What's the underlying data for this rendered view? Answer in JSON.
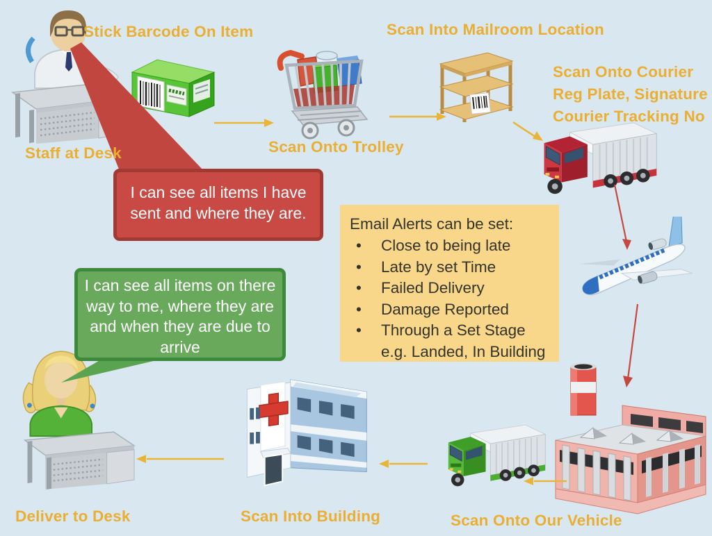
{
  "colors": {
    "background": "#d9e8f0",
    "label-gold": "#e9ae32",
    "arrow-gold": "#e9b538",
    "arrow-red": "#c5473f",
    "sender-bubble-fill": "#c94a44",
    "sender-bubble-border": "#a23a34",
    "sender-tail": "#c1463f",
    "recipient-bubble-fill": "#68a95c",
    "recipient-bubble-border": "#3e8a3c",
    "recipient-tail": "#5aa351",
    "alert-box-fill": "#f9d78a",
    "alert-text": "#33332a",
    "bubble-text": "#ffffff"
  },
  "labels": {
    "stick_barcode": "Stick Barcode On Item",
    "staff_at_desk": "Staff at Desk",
    "scan_onto_trolley": "Scan Onto Trolley",
    "scan_into_mailroom": "Scan Into Mailroom Location",
    "courier_line1": "Scan Onto Courier",
    "courier_line2": "Reg Plate, Signature",
    "courier_line3": "Courier Tracking No",
    "scan_onto_our_vehicle": "Scan Onto Our Vehicle",
    "scan_into_building": "Scan Into Building",
    "deliver_to_desk": "Deliver to Desk"
  },
  "bubbles": {
    "sender": {
      "text": "I can see all items I have sent and where they are."
    },
    "recipient": {
      "text": "I can see all items on there way to me, where they are and when they are due to arrive"
    }
  },
  "email_alerts": {
    "title": "Email Alerts can be set:",
    "bullet_char": "•",
    "items": [
      "Close to being late",
      "Late by set Time",
      "Failed Delivery",
      "Damage Reported",
      "Through a Set Stage"
    ],
    "note": "e.g. Landed, In Building"
  },
  "icons": [
    "staff-at-desk-icon",
    "barcode-box-icon",
    "trolley-icon",
    "mailroom-shelf-icon",
    "courier-truck-icon",
    "airplane-icon",
    "factory-icon",
    "our-vehicle-truck-icon",
    "building-icon",
    "recipient-at-desk-icon"
  ]
}
